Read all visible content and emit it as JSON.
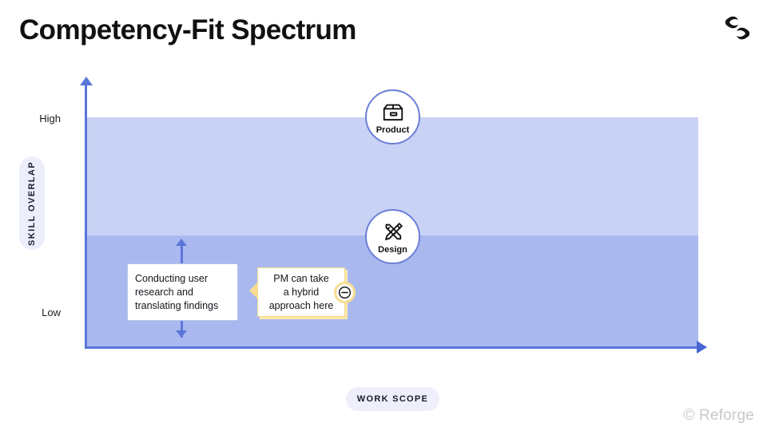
{
  "page": {
    "title": "Competency-Fit Spectrum",
    "brand_logo": "reforge-logo-icon",
    "footer_credit": "© Reforge",
    "accent_blue": "#5b76d9",
    "band_high_color": "#c9d2f4",
    "band_low_color": "#a9b9ef",
    "callout_yellow": "#f7dc92",
    "pill_background": "#eceefb"
  },
  "chart_data": {
    "type": "scatter",
    "title": "Competency-Fit Spectrum",
    "xlabel": "WORK SCOPE",
    "ylabel": "SKILL OVERLAP",
    "y_ticks": [
      "High",
      "Low"
    ],
    "grid": false,
    "legend": false,
    "bands": [
      {
        "name": "high-overlap-band",
        "label": "High",
        "color": "#c9d2f4"
      },
      {
        "name": "low-overlap-band",
        "label": "Low",
        "color": "#a9b9ef"
      }
    ],
    "points": [
      {
        "label": "Product",
        "icon": "box-icon",
        "band": "High",
        "x": 0.5,
        "y": 0.88
      },
      {
        "label": "Design",
        "icon": "pencil-ruler-icon",
        "band": "Low",
        "x": 0.5,
        "y": 0.44
      }
    ],
    "annotations": [
      {
        "name": "skill-range-note",
        "text": "Conducting user research and translating findings",
        "style": "white-card-with-range-arrow"
      },
      {
        "name": "hybrid-approach-callout",
        "text": "PM can take a hybrid approach here",
        "style": "yellow-callout",
        "badge": "minus-circle-icon"
      }
    ]
  },
  "axes": {
    "y": {
      "title": "SKILL OVERLAP",
      "high_label": "High",
      "low_label": "Low",
      "arrow": "arrow-up-icon"
    },
    "x": {
      "title": "WORK SCOPE",
      "arrow": "arrow-right-icon"
    }
  },
  "nodes": [
    {
      "label": "Product",
      "icon": "box-icon"
    },
    {
      "label": "Design",
      "icon": "pencil-ruler-icon"
    }
  ],
  "notes": {
    "research_card": {
      "line1": "Conducting user",
      "line2": "research and",
      "line3": "translating findings"
    },
    "hybrid_callout": {
      "line1": "PM can take",
      "line2": "a hybrid",
      "line3": "approach here",
      "badge_icon": "minus-circle-icon"
    }
  }
}
